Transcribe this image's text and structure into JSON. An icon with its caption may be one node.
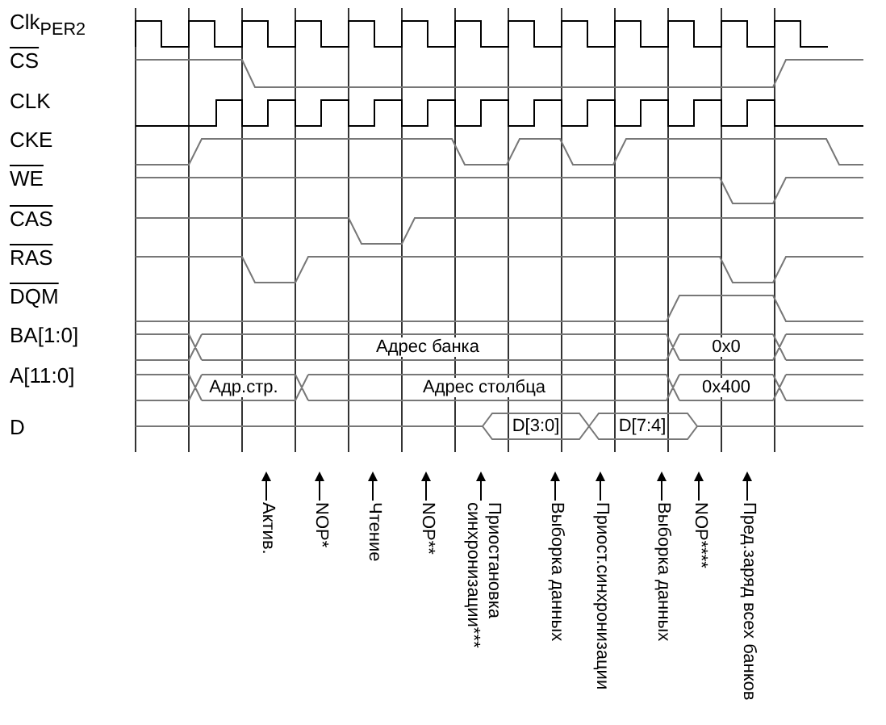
{
  "diagram": {
    "nodes": [
      {
        "text": [
          "Актив."
        ]
      },
      {
        "text": [
          "NOP*"
        ]
      },
      {
        "text": [
          "Чтение"
        ]
      },
      {
        "text": [
          "NOP**"
        ]
      },
      {
        "text": [
          "Приостановка синхронизации***"
        ]
      },
      {
        "text": [
          "Выборка данных"
        ]
      },
      {
        "text": [
          "Приост.синхронизации"
        ]
      },
      {
        "text": [
          "Выборка данных"
        ]
      },
      {
        "text": [
          "NOP****"
        ]
      },
      {
        "text": [
          "Пред.заряд всех банков"
        ]
      }
    ],
    "edges": [
      {
        "from": 0,
        "to": null,
        "arrow": "to"
      },
      {
        "from": 1,
        "to": null,
        "arrow": "to"
      },
      {
        "from": 2,
        "to": null,
        "arrow": "to"
      },
      {
        "from": 3,
        "to": null,
        "arrow": "to"
      },
      {
        "from": 4,
        "to": null,
        "arrow": "to"
      },
      {
        "from": 5,
        "to": null,
        "arrow": "to"
      },
      {
        "from": 6,
        "to": null,
        "arrow": "to"
      },
      {
        "from": 7,
        "to": null,
        "arrow": "to"
      },
      {
        "from": 8,
        "to": null,
        "arrow": "to"
      },
      {
        "from": 9,
        "to": null,
        "arrow": "to"
      }
    ],
    "labels": [
      "Clk$_{PER2}$",
      "CS",
      "CLK",
      "CKE",
      "WE",
      "CAS",
      "RAS",
      "DQM",
      "BA[1:0]",
      "A[11:0]",
      "D",
      "Адрес банка",
      "0x0",
      "Адр.стр.",
      "Адрес столбца",
      "0x400",
      "D[3:0]",
      "D[7:4]"
    ]
  }
}
